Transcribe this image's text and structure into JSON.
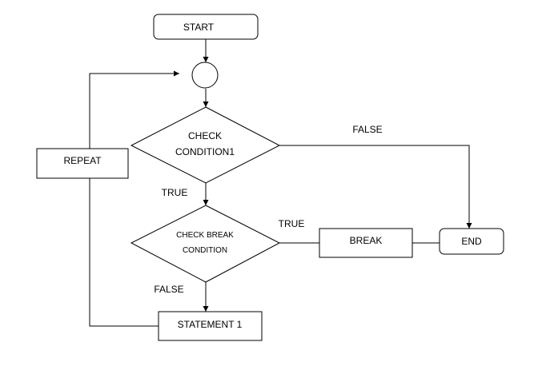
{
  "nodes": {
    "start": "START",
    "check_condition_line1": "CHECK",
    "check_condition_line2": "CONDITION1",
    "check_break_line1": "CHECK BREAK",
    "check_break_line2": "CONDITION",
    "break": "BREAK",
    "end": "END",
    "repeat": "REPEAT",
    "statement": "STATEMENT 1"
  },
  "edges": {
    "condition_false": "FALSE",
    "condition_true": "TRUE",
    "break_true": "TRUE",
    "break_false": "FALSE"
  }
}
